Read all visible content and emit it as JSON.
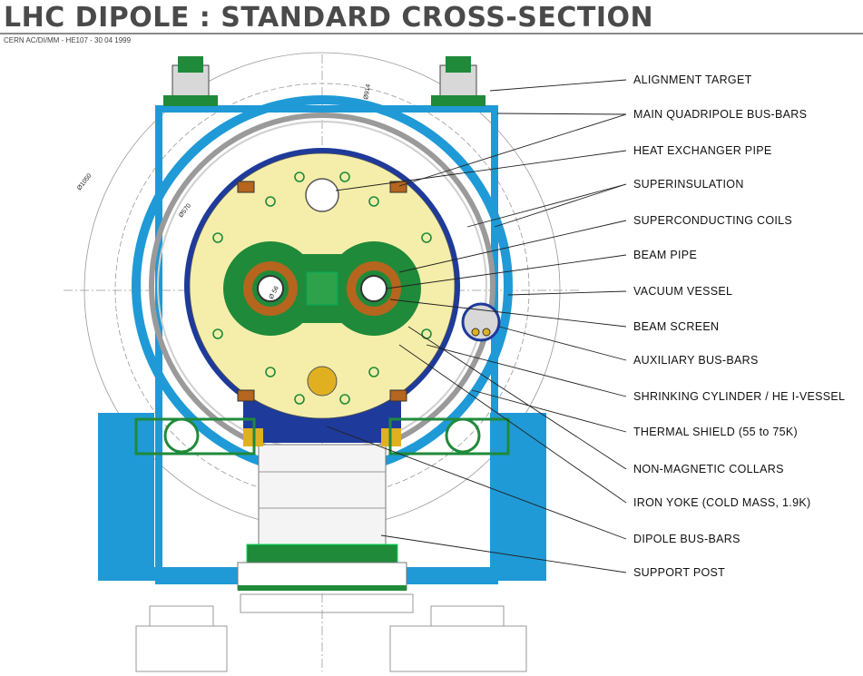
{
  "header": {
    "title": "LHC DIPOLE :  STANDARD CROSS-SECTION",
    "subtitle": "CERN AC/DI/MM - HE107 - 30 04 1999"
  },
  "dimensions": {
    "d1050": "Ø1050",
    "d914": "Ø914",
    "d570": "Ø570",
    "d56": "Ø 56"
  },
  "labels": [
    "ALIGNMENT TARGET",
    "MAIN QUADRIPOLE BUS-BARS",
    "HEAT EXCHANGER PIPE",
    "SUPERINSULATION",
    "SUPERCONDUCTING COILS",
    "BEAM PIPE",
    "VACUUM VESSEL",
    "BEAM SCREEN",
    "AUXILIARY BUS-BARS",
    "SHRINKING CYLINDER / HE I-VESSEL",
    "THERMAL SHIELD (55 to 75K)",
    "NON-MAGNETIC COLLARS",
    "IRON YOKE (COLD MASS, 1.9K)",
    "DIPOLE BUS-BARS",
    "SUPPORT POST"
  ],
  "colors": {
    "vessel_blue": "#1f9ad6",
    "cold_mass_blue": "#1e3a9a",
    "yoke_yellow": "#f5eeaa",
    "collar_green": "#1f8a3a",
    "coil_brown": "#b5651d",
    "pipe_yellow": "#e0b020",
    "shield_grey": "#9a9a9a"
  }
}
